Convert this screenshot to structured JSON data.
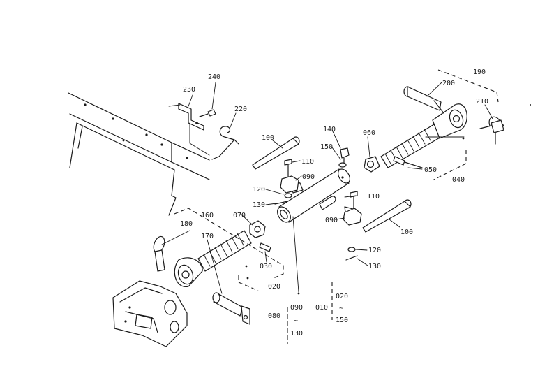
{
  "labels": {
    "p010": "010",
    "p020a": "020",
    "p020b": "020",
    "p030": "030",
    "p040": "040",
    "p050": "050",
    "p060": "060",
    "p070": "070",
    "p080": "080",
    "p090a": "090",
    "p090b": "090",
    "p090c": "090",
    "p100a": "100",
    "p100b": "100",
    "p110a": "110",
    "p110b": "110",
    "p120a": "120",
    "p120b": "120",
    "p130a": "130",
    "p130b": "130",
    "p130c": "130",
    "p140": "140",
    "p150a": "150",
    "p150b": "150",
    "p160": "160",
    "p170": "170",
    "p180": "180",
    "p190": "190",
    "p200": "200",
    "p210": "210",
    "p220": "220",
    "p230": "230",
    "p240": "240"
  },
  "range_marks": {
    "tilde1": "~",
    "tilde2": "~"
  }
}
